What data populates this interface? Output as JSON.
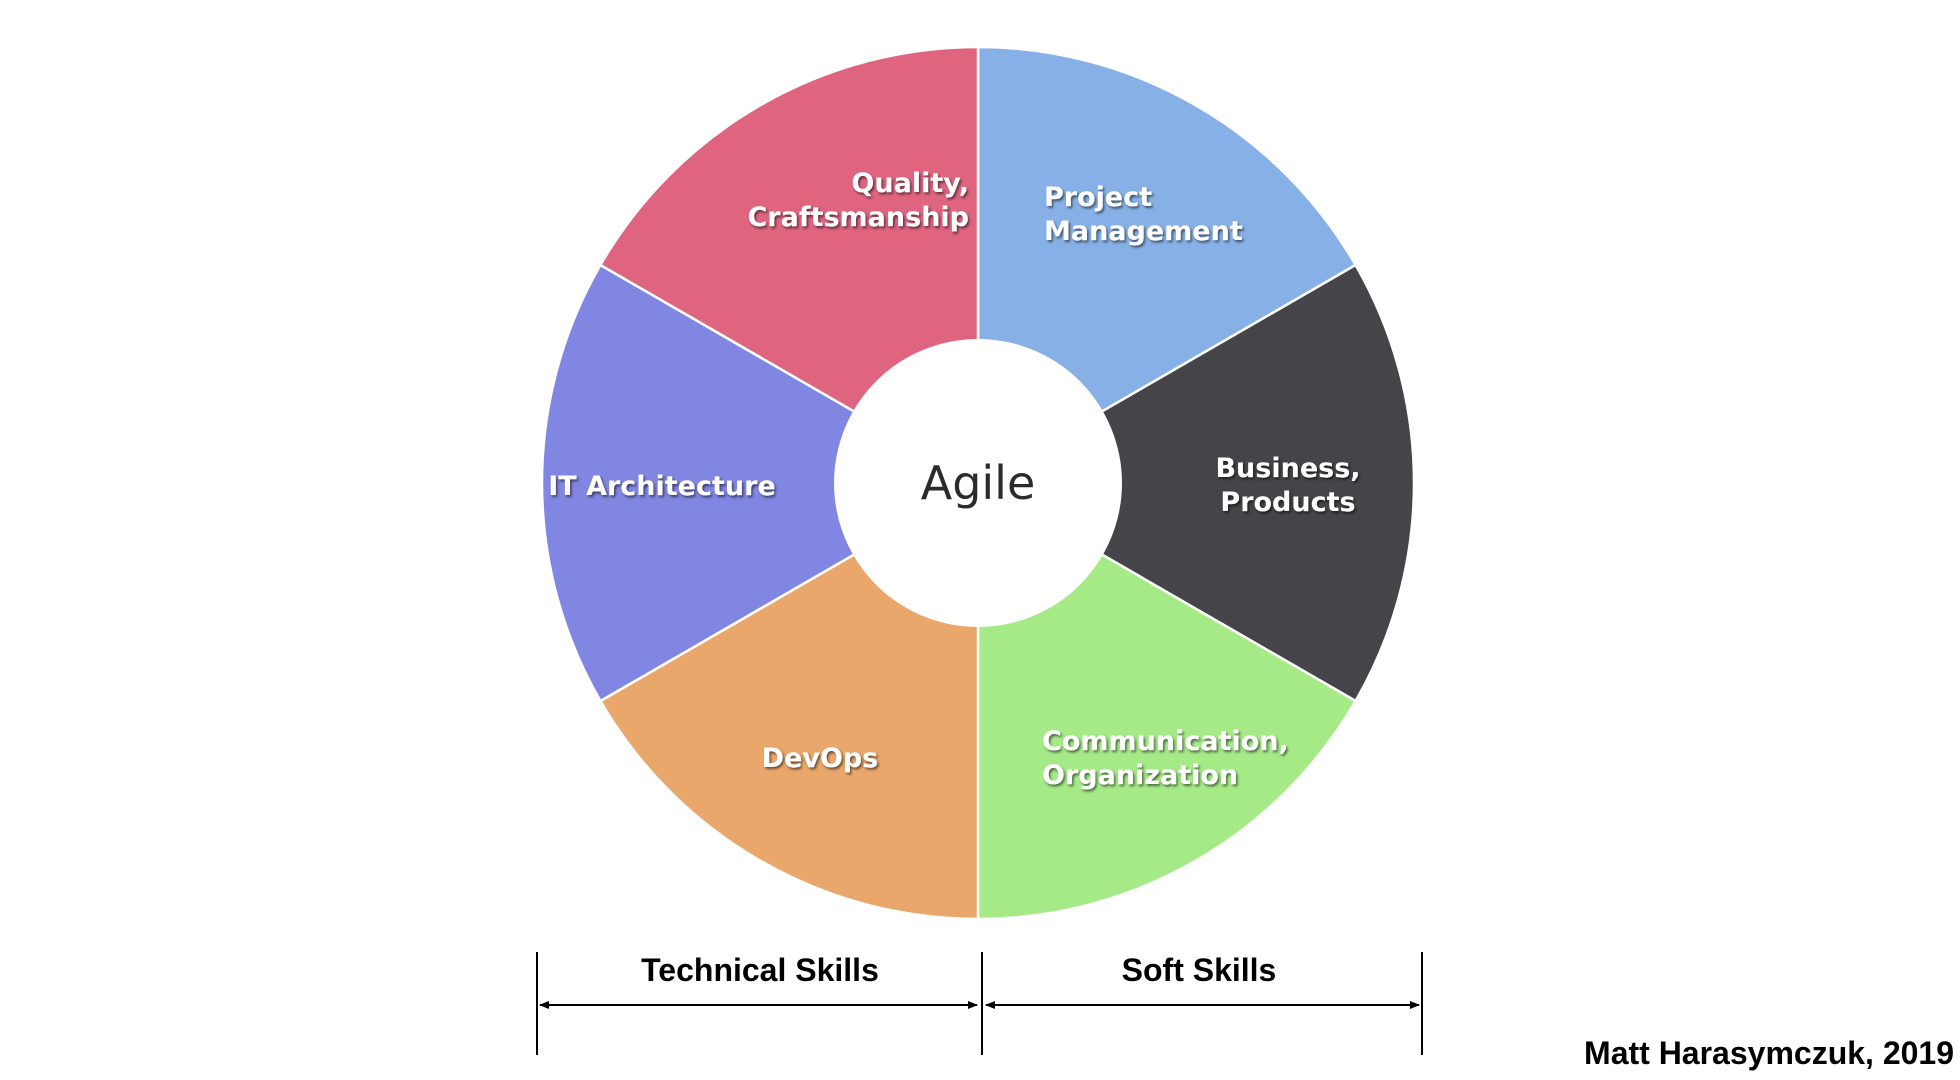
{
  "diagram": {
    "center": {
      "label": "Agile",
      "color": "#ffffff"
    },
    "segments": [
      {
        "id": "project-management",
        "lines": [
          "Project",
          "Management"
        ],
        "color": "#87b1e6"
      },
      {
        "id": "business-products",
        "lines": [
          "Business,",
          "Products"
        ],
        "color": "#444449"
      },
      {
        "id": "communication-organization",
        "lines": [
          "Communication,",
          "Organization"
        ],
        "color": "#a6ea88"
      },
      {
        "id": "devops",
        "lines": [
          "DevOps"
        ],
        "color": "#eaa76b"
      },
      {
        "id": "it-architecture",
        "lines": [
          "IT Architecture"
        ],
        "color": "#8186e2"
      },
      {
        "id": "quality-craftsmanship",
        "lines": [
          "Quality,",
          "Craftsmanship"
        ],
        "color": "#df647f"
      }
    ],
    "groups": {
      "technical": {
        "label": "Technical Skills"
      },
      "soft": {
        "label": "Soft Skills"
      }
    }
  },
  "credit": "Matt Harasymczuk, 2019"
}
